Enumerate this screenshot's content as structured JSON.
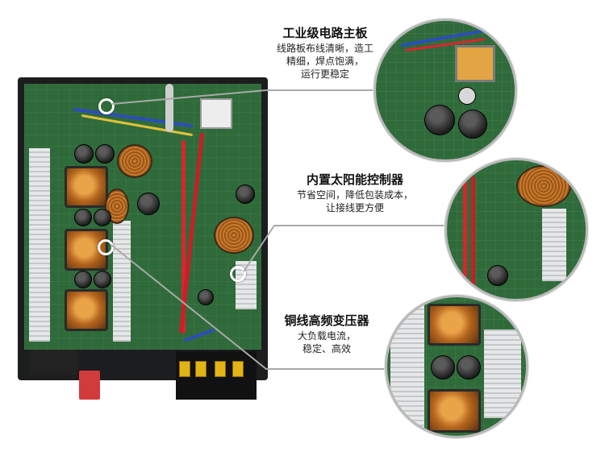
{
  "features": [
    {
      "title": "工业级电路主板",
      "lines": [
        "线路板布线清晰，造工",
        "精细，焊点饱满，",
        "运行更稳定"
      ]
    },
    {
      "title": "内置太阳能控制器",
      "lines": [
        "节省空间，降低包装成本，",
        "让接线更方便"
      ]
    },
    {
      "title": "铜线高频变压器",
      "lines": [
        "大负载电流，",
        "稳定、高效"
      ]
    }
  ],
  "colors": {
    "pcb_green": "#2f6b3a",
    "copper": "#c87a2c",
    "heatsink": "#d9dadc",
    "wire_red": "#d7262f",
    "wire_blue": "#2b4fb8",
    "terminal_yellow": "#e3b417",
    "zoom_border": "#b9b9b9",
    "leader_line": "#a9a9a9"
  }
}
